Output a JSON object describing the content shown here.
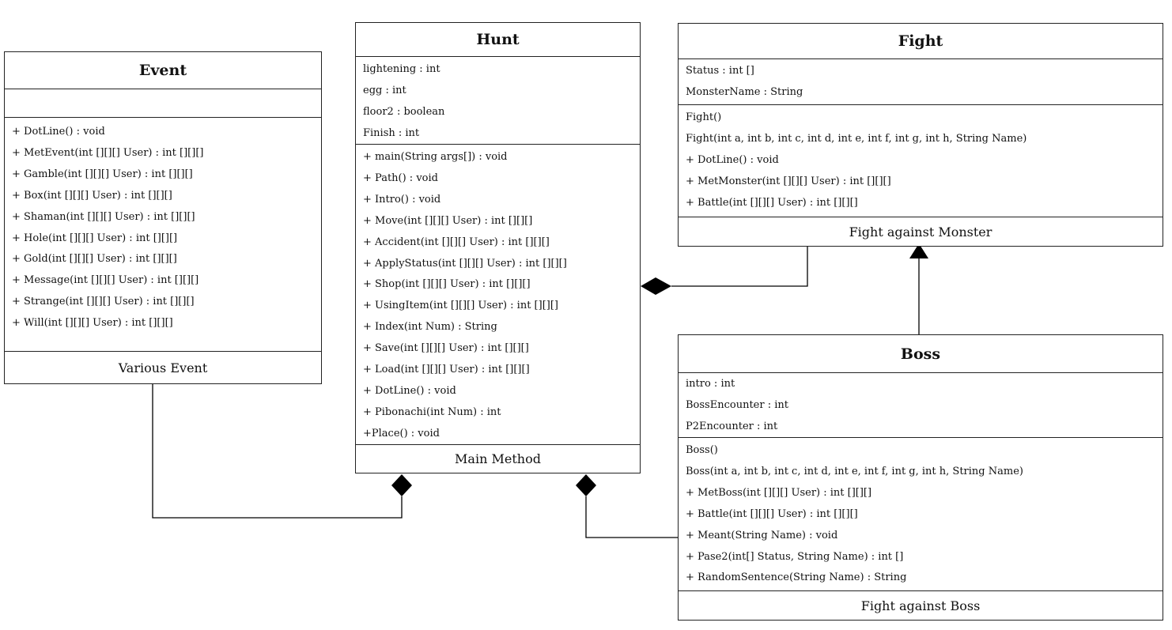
{
  "classes": {
    "event": {
      "name": "Event",
      "attributes": [],
      "methods": [
        "+ DotLine() : void",
        "+ MetEvent(int [][][]  User) : int [][][]",
        "+ Gamble(int [][][]  User) : int [][][]",
        "+ Box(int [][][]  User) : int [][][]",
        "+ Shaman(int [][][]  User) : int [][][]",
        "+ Hole(int [][][]  User) : int [][][]",
        "+ Gold(int [][][]  User) : int [][][]",
        "+ Message(int [][][]  User) : int [][][]",
        "+ Strange(int [][][]  User) : int [][][]",
        "+ Will(int [][][]  User) : int [][][]"
      ],
      "footer": "Various Event"
    },
    "hunt": {
      "name": "Hunt",
      "attributes": [
        "lightening : int",
        "egg : int",
        "floor2 : boolean",
        "Finish : int"
      ],
      "methods": [
        "+ main(String args[]) : void",
        "+ Path() : void",
        "+ Intro() : void",
        "+ Move(int [][][]  User) : int [][][]",
        "+ Accident(int [][][]  User) : int [][][]",
        "+ ApplyStatus(int [][][]  User) : int [][][]",
        "+ Shop(int [][][]  User) : int [][][]",
        "+ UsingItem(int [][][]  User) : int [][][]",
        "+ Index(int Num) : String",
        "+ Save(int [][][]  User) : int [][][]",
        "+ Load(int  [][][]  User) : int [][][]",
        "+ DotLine() : void",
        "+ Pibonachi(int Num) : int",
        "+Place() : void"
      ],
      "footer": "Main Method"
    },
    "fight": {
      "name": "Fight",
      "attributes": [
        "Status : int []",
        "MonsterName : String"
      ],
      "methods": [
        "Fight()",
        "Fight(int a, int b, int c, int d, int e, int f, int g, int h, String Name)",
        "+ DotLine() : void",
        "+ MetMonster(int [][][]  User) : int [][][]",
        "+ Battle(int [][][]  User) : int [][][]"
      ],
      "footer": "Fight against Monster"
    },
    "boss": {
      "name": "Boss",
      "attributes": [
        "intro : int",
        "BossEncounter : int",
        "P2Encounter : int"
      ],
      "methods": [
        "Boss()",
        "Boss(int a, int b, int c, int d, int e, int f, int g, int h, String Name)",
        "+ MetBoss(int [][][]  User) : int [][][]",
        "+ Battle(int [][][]  User) : int [][][]",
        "+ Meant(String Name) : void",
        "+ Pase2(int[] Status, String Name) : int []",
        "+ RandomSentence(String Name) : String"
      ],
      "footer": "Fight against Boss"
    }
  },
  "relationships": [
    {
      "from": "event",
      "to": "hunt",
      "type": "composition"
    },
    {
      "from": "boss",
      "to": "hunt",
      "type": "composition"
    },
    {
      "from": "fight",
      "to": "hunt",
      "type": "composition"
    },
    {
      "from": "boss",
      "to": "fight",
      "type": "inheritance"
    }
  ],
  "colors": {
    "line": "#000000",
    "border": "#222222",
    "background": "#ffffff"
  }
}
